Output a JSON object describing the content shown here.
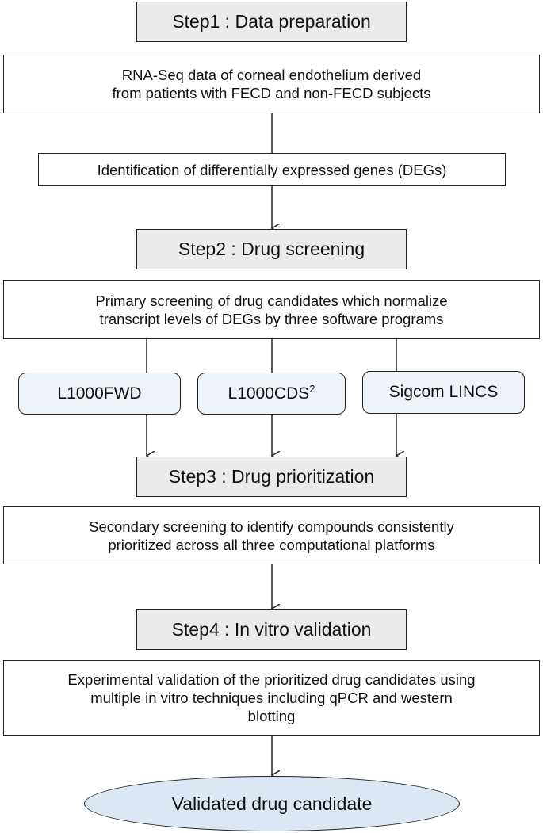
{
  "steps": {
    "step1": "Step1 : Data preparation",
    "step2": "Step2 : Drug screening",
    "step3": "Step3 : Drug prioritization",
    "step4": "Step4 : In vitro validation"
  },
  "descriptions": {
    "rnaseq": [
      "RNA-Seq data of corneal endothelium derived",
      "from patients with FECD and non-FECD subjects"
    ],
    "degs": "Identification of differentially expressed genes (DEGs)",
    "primary": [
      "Primary screening of drug candidates which normalize",
      "transcript levels of DEGs by three software programs"
    ],
    "secondary": [
      "Secondary screening to identify compounds consistently",
      "prioritized across all three computational platforms"
    ],
    "experimental": [
      "Experimental validation of the prioritized drug candidates using",
      "multiple in vitro techniques including qPCR and western",
      "blotting"
    ]
  },
  "tools": {
    "l1000fwd": "L1000FWD",
    "l1000cds_base": "L1000CDS",
    "l1000cds_sup": "2",
    "sigcom": "Sigcom LINCS"
  },
  "outcome": "Validated drug candidate"
}
